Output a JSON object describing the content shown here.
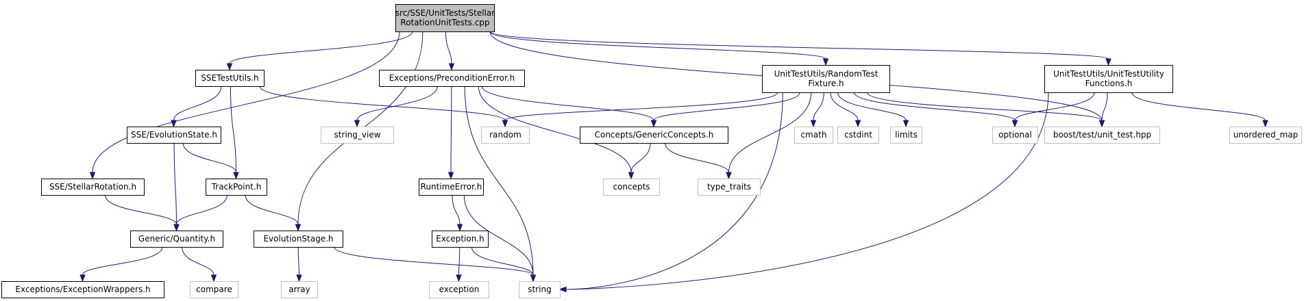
{
  "nodes": [
    {
      "id": "root",
      "lines": [
        "src/SSE/UnitTests/Stellar",
        "RotationUnitTests.cpp"
      ],
      "kind": "root"
    },
    {
      "id": "ssetestutils",
      "lines": [
        "SSETestUtils.h"
      ],
      "kind": "local"
    },
    {
      "id": "precond",
      "lines": [
        "Exceptions/PreconditionError.h"
      ],
      "kind": "local"
    },
    {
      "id": "randomfix",
      "lines": [
        "UnitTestUtils/RandomTest",
        "Fixture.h"
      ],
      "kind": "local"
    },
    {
      "id": "utilfuncs",
      "lines": [
        "UnitTestUtils/UnitTestUtility",
        "Functions.h"
      ],
      "kind": "local"
    },
    {
      "id": "evostate",
      "lines": [
        "SSE/EvolutionState.h"
      ],
      "kind": "local"
    },
    {
      "id": "trackpoint",
      "lines": [
        "TrackPoint.h"
      ],
      "kind": "local"
    },
    {
      "id": "stellarrot",
      "lines": [
        "SSE/StellarRotation.h"
      ],
      "kind": "local"
    },
    {
      "id": "quantity",
      "lines": [
        "Generic/Quantity.h"
      ],
      "kind": "local"
    },
    {
      "id": "evostage",
      "lines": [
        "EvolutionStage.h"
      ],
      "kind": "local"
    },
    {
      "id": "excwrap",
      "lines": [
        "Exceptions/ExceptionWrappers.h"
      ],
      "kind": "local"
    },
    {
      "id": "runtimeerr",
      "lines": [
        "RuntimeError.h"
      ],
      "kind": "local"
    },
    {
      "id": "exception_h",
      "lines": [
        "Exception.h"
      ],
      "kind": "local"
    },
    {
      "id": "genconcepts",
      "lines": [
        "Concepts/GenericConcepts.h"
      ],
      "kind": "local"
    },
    {
      "id": "string_view",
      "lines": [
        "string_view"
      ],
      "kind": "system"
    },
    {
      "id": "random",
      "lines": [
        "random"
      ],
      "kind": "system"
    },
    {
      "id": "concepts",
      "lines": [
        "concepts"
      ],
      "kind": "system"
    },
    {
      "id": "type_traits",
      "lines": [
        "type_traits"
      ],
      "kind": "system"
    },
    {
      "id": "cmath",
      "lines": [
        "cmath"
      ],
      "kind": "system"
    },
    {
      "id": "cstdint",
      "lines": [
        "cstdint"
      ],
      "kind": "system"
    },
    {
      "id": "limits",
      "lines": [
        "limits"
      ],
      "kind": "system"
    },
    {
      "id": "optional",
      "lines": [
        "optional"
      ],
      "kind": "system"
    },
    {
      "id": "boosttest",
      "lines": [
        "boost/test/unit_test.hpp"
      ],
      "kind": "system"
    },
    {
      "id": "unordered_map",
      "lines": [
        "unordered_map"
      ],
      "kind": "system"
    },
    {
      "id": "compare",
      "lines": [
        "compare"
      ],
      "kind": "system"
    },
    {
      "id": "array",
      "lines": [
        "array"
      ],
      "kind": "system"
    },
    {
      "id": "exception",
      "lines": [
        "exception"
      ],
      "kind": "system"
    },
    {
      "id": "string",
      "lines": [
        "string"
      ],
      "kind": "system"
    }
  ],
  "edges": [
    [
      "root",
      "ssetestutils"
    ],
    [
      "root",
      "precond"
    ],
    [
      "root",
      "randomfix"
    ],
    [
      "root",
      "utilfuncs"
    ],
    [
      "root",
      "stellarrot"
    ],
    [
      "root",
      "evostage"
    ],
    [
      "root",
      "boosttest"
    ],
    [
      "ssetestutils",
      "evostate"
    ],
    [
      "ssetestutils",
      "trackpoint"
    ],
    [
      "ssetestutils",
      "random"
    ],
    [
      "precond",
      "string_view"
    ],
    [
      "precond",
      "genconcepts"
    ],
    [
      "precond",
      "runtimeerr"
    ],
    [
      "precond",
      "concepts"
    ],
    [
      "precond",
      "string"
    ],
    [
      "randomfix",
      "random"
    ],
    [
      "randomfix",
      "genconcepts"
    ],
    [
      "randomfix",
      "type_traits"
    ],
    [
      "randomfix",
      "cmath"
    ],
    [
      "randomfix",
      "cstdint"
    ],
    [
      "randomfix",
      "limits"
    ],
    [
      "randomfix",
      "optional"
    ],
    [
      "randomfix",
      "boosttest"
    ],
    [
      "randomfix",
      "string"
    ],
    [
      "utilfuncs",
      "optional"
    ],
    [
      "utilfuncs",
      "boosttest"
    ],
    [
      "utilfuncs",
      "unordered_map"
    ],
    [
      "utilfuncs",
      "string"
    ],
    [
      "evostate",
      "trackpoint"
    ],
    [
      "evostate",
      "quantity"
    ],
    [
      "trackpoint",
      "quantity"
    ],
    [
      "trackpoint",
      "evostage"
    ],
    [
      "stellarrot",
      "quantity"
    ],
    [
      "quantity",
      "excwrap"
    ],
    [
      "quantity",
      "compare"
    ],
    [
      "evostage",
      "array"
    ],
    [
      "evostage",
      "string"
    ],
    [
      "runtimeerr",
      "exception_h"
    ],
    [
      "runtimeerr",
      "string"
    ],
    [
      "exception_h",
      "exception"
    ],
    [
      "exception_h",
      "string"
    ],
    [
      "genconcepts",
      "concepts"
    ],
    [
      "genconcepts",
      "type_traits"
    ]
  ],
  "colors": {
    "edge": "#191970",
    "root_fill": "#bfbfbf",
    "local_border": "#000000",
    "system_border": "#bfbfbf",
    "node_fill": "#ffffff"
  }
}
